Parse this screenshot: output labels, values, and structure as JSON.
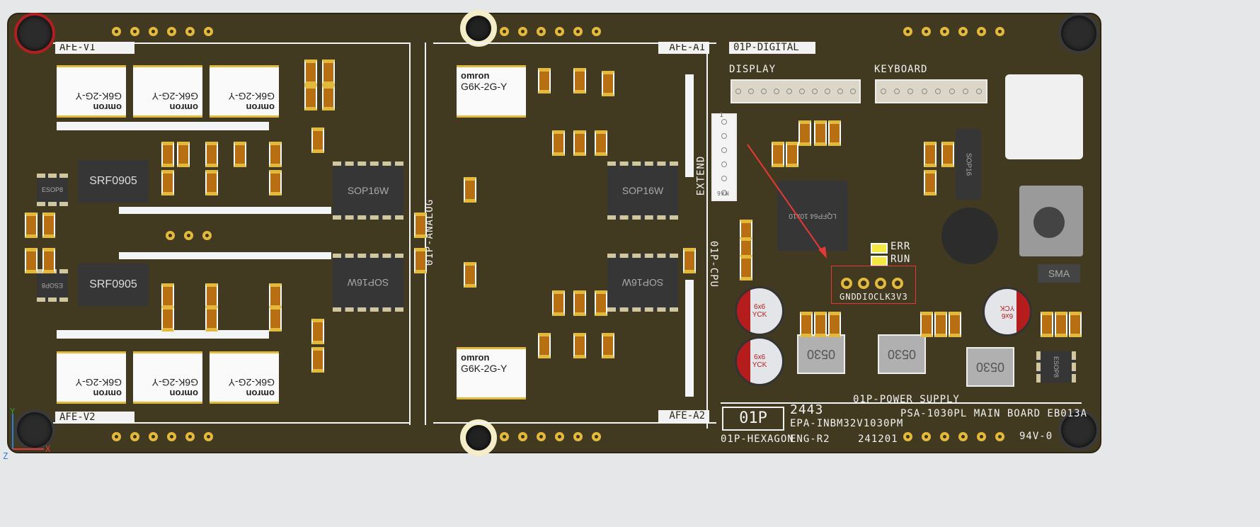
{
  "silkscreen": {
    "afe_v1": "AFE-V1",
    "afe_v2": "AFE-V2",
    "afe_a1": "AFE-A1",
    "afe_a2": "AFE-A2",
    "digital": "01P-DIGITAL",
    "analog": "01P-ANALOG",
    "cpu": "01P-CPU",
    "power": "01P-POWER SUPPLY",
    "display": "DISPLAY",
    "keyboard": "KEYBOARD",
    "extend": "EXTEND",
    "err": "ERR",
    "run": "RUN",
    "swd_pins": [
      "GND",
      "DIO",
      "CLK",
      "3V3"
    ],
    "logo": "01P",
    "hexagon": "01P-HEXAGON",
    "date_code": "2443",
    "part_no": "EPA-INBM32V1030PM",
    "eng": "ENG-R2",
    "build": "241201",
    "board_name": "PSA-1030PL MAIN BOARD EB013A",
    "rating": "94V-0"
  },
  "components": {
    "relay_brand": "omron",
    "relay_model": "G6K-2G-Y",
    "transformer": "SRF0905",
    "esop": "ESOP8",
    "sop16w": "SOP16W",
    "sop16": "SOP16",
    "mcu": "LQFP64 10x10",
    "cap": "6x6\nYCK",
    "inductor": "0530",
    "sma": "SMA",
    "header": "MX6",
    "pin1": "1"
  },
  "axes": {
    "x": "X",
    "y": "Y",
    "z": "Z"
  },
  "colors": {
    "board": "#423a20",
    "silk": "#f2f2f2",
    "pad": "#e2b93b",
    "annotation": "#e53935"
  }
}
